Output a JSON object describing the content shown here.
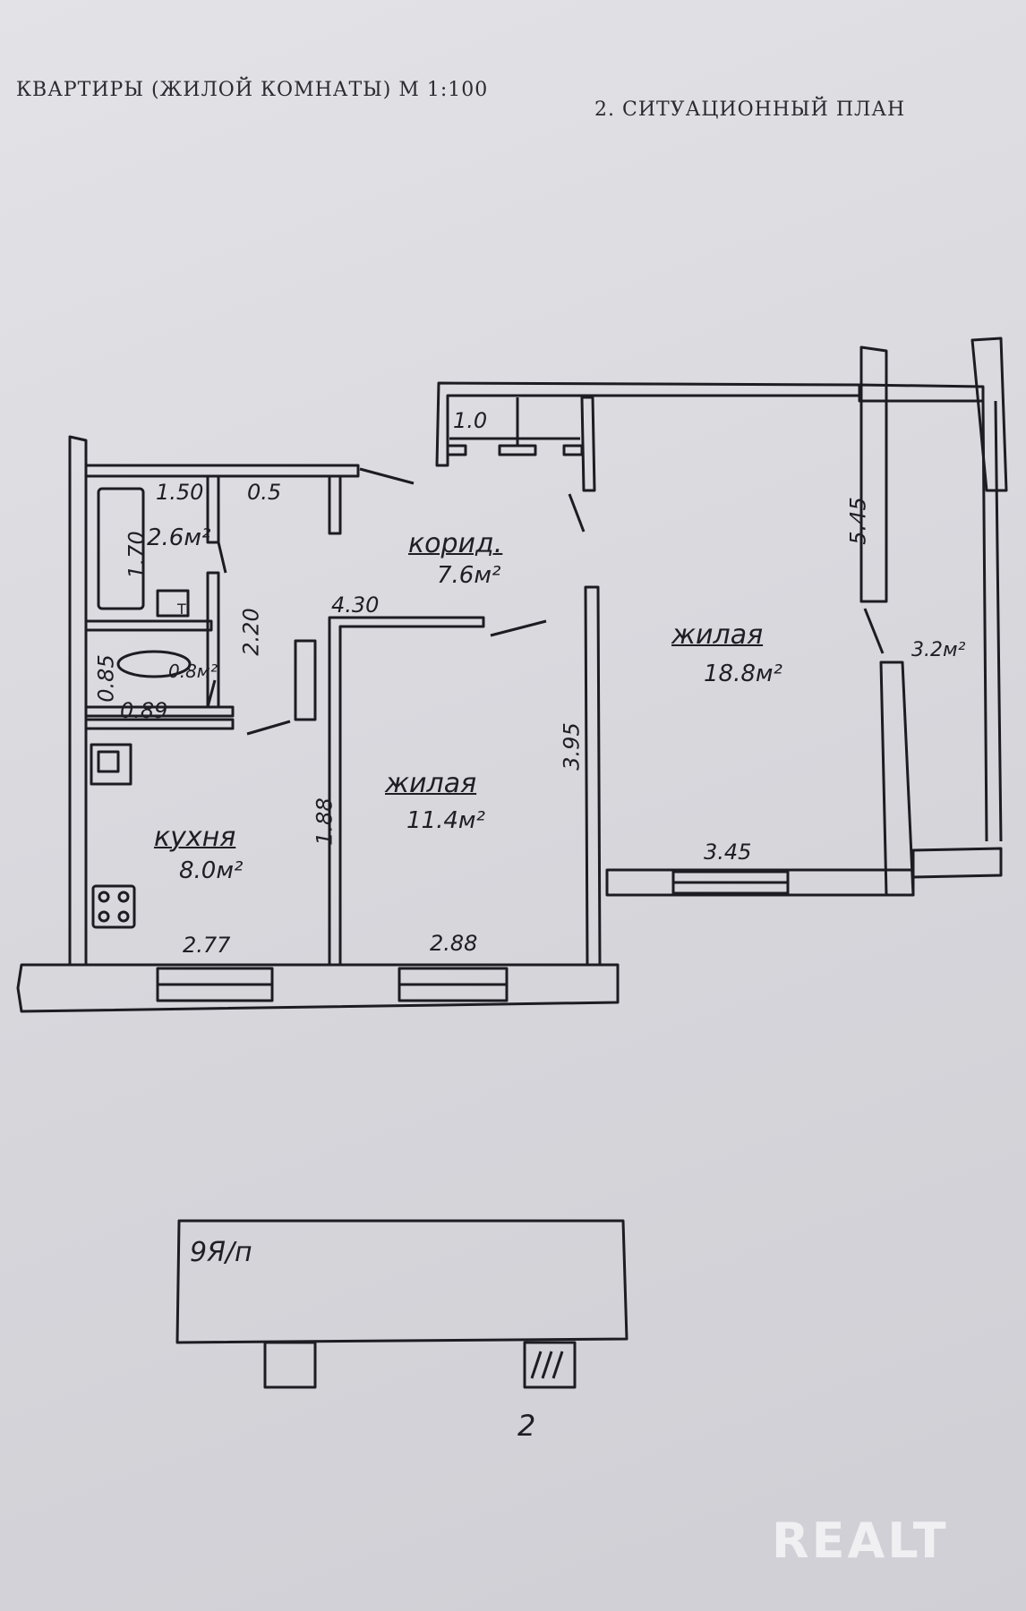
{
  "header": {
    "left_title": "КВАРТИРЫ  (ЖИЛОЙ  КОМНАТЫ)  М 1:100",
    "right_title": "2. СИТУАЦИОННЫЙ   ПЛАН"
  },
  "rooms": {
    "corridor": {
      "name": "корид.",
      "area": "7.6м²"
    },
    "living_large": {
      "name": "жилая",
      "area": "18.8м²"
    },
    "living_small": {
      "name": "жилая",
      "area": "11.4м²"
    },
    "kitchen": {
      "name": "кухня",
      "area": "8.0м²"
    },
    "bath": {
      "area": "2.6м²"
    },
    "wc": {
      "area": "0.8м²"
    },
    "balcony": {
      "area": "3.2м²"
    }
  },
  "dimensions": {
    "d_1_0": "1.0",
    "d_1_50": "1.50",
    "d_0_5": "0.5",
    "d_1_70": "1.70",
    "d_2_20": "2.20",
    "d_0_85": "0.85",
    "d_0_89": "0.89",
    "d_4_30": "4.30",
    "d_5_45": "5.45",
    "d_3_95": "3.95",
    "d_1_88": "1.88",
    "d_3_45": "3.45",
    "d_2_77": "2.77",
    "d_2_88": "2.88"
  },
  "situation": {
    "building_label": "9Я/п",
    "entrance_label": "2"
  },
  "watermark": "REALT",
  "icons": [
    "toilet-t-icon",
    "sink-icon",
    "boiler-icon",
    "stove-icon"
  ]
}
